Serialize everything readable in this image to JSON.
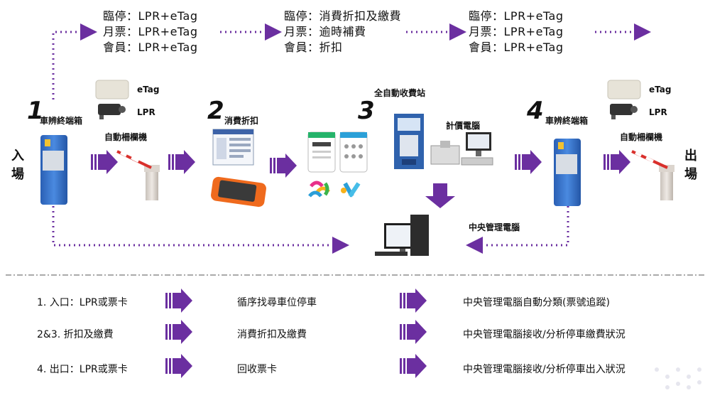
{
  "flows": [
    {
      "lines": [
        "臨停：LPR+eTag",
        "月票：LPR+eTag",
        "會員：LPR+eTag"
      ]
    },
    {
      "lines": [
        "臨停：消費折扣及繳費",
        "月票：逾時補費",
        "會員：折扣"
      ]
    },
    {
      "lines": [
        "臨停：LPR+eTag",
        "月票：LPR+eTag",
        "會員：LPR+eTag"
      ]
    }
  ],
  "stations": [
    {
      "num": "1",
      "label": "車辨終端箱"
    },
    {
      "num": "2",
      "label": "消費折扣"
    },
    {
      "num": "3",
      "label": "全自動收費站"
    },
    {
      "num": "4",
      "label": "車辨終端箱"
    }
  ],
  "entry": {
    "label": "入場"
  },
  "exit": {
    "label": "出場"
  },
  "left_devices": {
    "etag": "eTag",
    "lpr": "LPR",
    "gate": "自動柵欄機"
  },
  "right_devices": {
    "etag": "eTag",
    "lpr": "LPR",
    "gate": "自動柵欄機"
  },
  "pricing_pc": "計價電腦",
  "central_pc": "中央管理電腦",
  "legend_rows": [
    {
      "step": "1. 入口：LPR或票卡",
      "action": "循序找尋車位停車",
      "result": "中央管理電腦自動分類(票號追蹤)"
    },
    {
      "step": "2&3. 折扣及繳費",
      "action": "消費折扣及繳費",
      "result": "中央管理電腦接收/分析停車繳費狀況"
    },
    {
      "step": "4. 出口：LPR或票卡",
      "action": "回收票卡",
      "result": "中央管理電腦接收/分析停車出入狀況"
    }
  ],
  "colors": {
    "accent": "#6b2fa0",
    "kiosk_blue": "#2e6fc7",
    "gate_red": "#d9302c"
  }
}
